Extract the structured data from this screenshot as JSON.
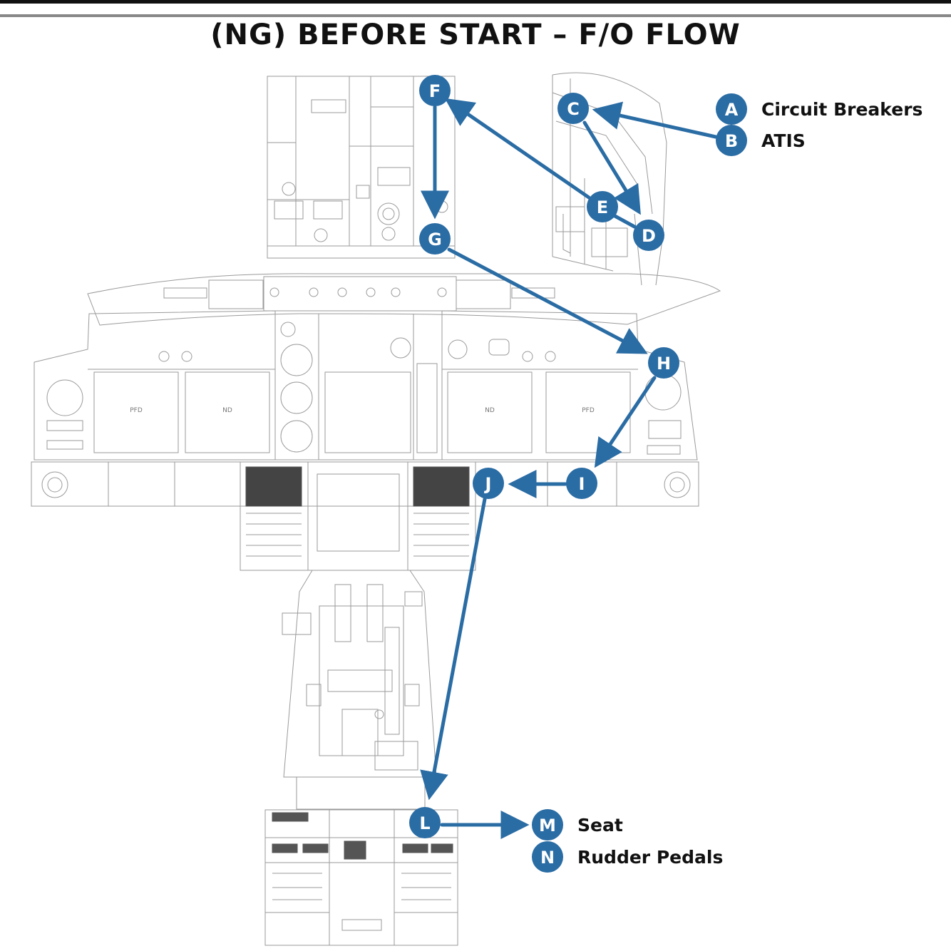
{
  "title": "(NG) BEFORE START – F/O FLOW",
  "colors": {
    "marker": "#2a6ca4",
    "arrow": "#2a6ca4",
    "panel_line": "#9a9a9a",
    "text": "#111111"
  },
  "panel_labels": {
    "pfd_left": "PFD",
    "nd_left": "ND",
    "nd_right": "ND",
    "pfd_right": "PFD"
  },
  "markers": [
    {
      "id": "A",
      "label": "A"
    },
    {
      "id": "B",
      "label": "B"
    },
    {
      "id": "C",
      "label": "C"
    },
    {
      "id": "D",
      "label": "D"
    },
    {
      "id": "E",
      "label": "E"
    },
    {
      "id": "F",
      "label": "F"
    },
    {
      "id": "G",
      "label": "G"
    },
    {
      "id": "H",
      "label": "H"
    },
    {
      "id": "I",
      "label": "I"
    },
    {
      "id": "J",
      "label": "J"
    },
    {
      "id": "L",
      "label": "L"
    },
    {
      "id": "M",
      "label": "M"
    },
    {
      "id": "N",
      "label": "N"
    }
  ],
  "legend": {
    "a": "Circuit Breakers",
    "b": "ATIS",
    "m": "Seat",
    "n": "Rudder Pedals"
  }
}
